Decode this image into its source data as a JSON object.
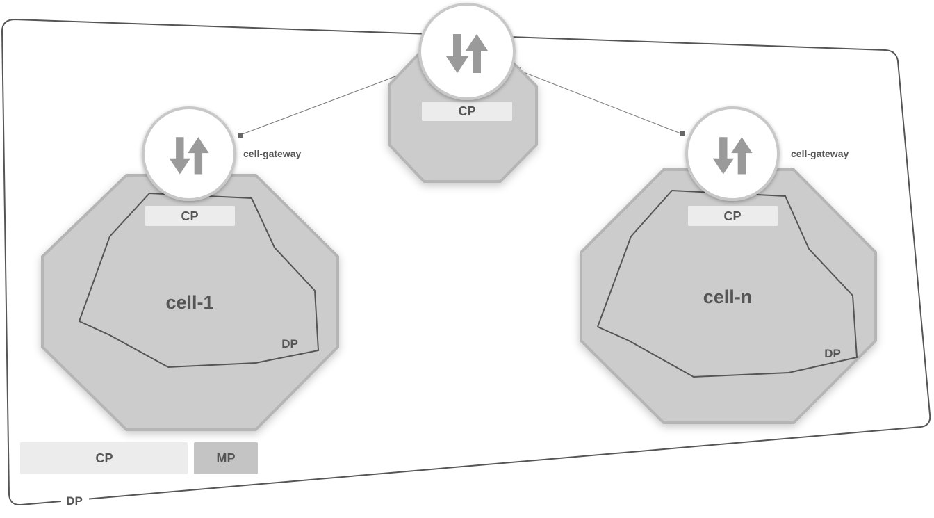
{
  "colors": {
    "octagon_fill": "#cccccc",
    "octagon_stroke": "#b5b5b5",
    "cp_bar_fill": "#ececec",
    "mp_bar_fill": "#c4c4c4",
    "gateway_circle_fill": "#ffffff",
    "gateway_circle_stroke": "#c8c8c8",
    "gateway_arrow_fill": "#9a9a9a",
    "outline_stroke": "#555555",
    "label_text": "#555555"
  },
  "outer_region": {
    "label": "DP"
  },
  "outer_bars": {
    "cp_label": "CP",
    "mp_label": "MP"
  },
  "central_gateway": {
    "icon": "up-down-arrows-icon",
    "cp_label": "CP"
  },
  "cells": [
    {
      "name": "cell-1",
      "cp_label": "CP",
      "dp_label": "DP",
      "gateway_label": "cell-gateway",
      "gateway_icon": "up-down-arrows-icon"
    },
    {
      "name": "cell-n",
      "cp_label": "CP",
      "dp_label": "DP",
      "gateway_label": "cell-gateway",
      "gateway_icon": "up-down-arrows-icon"
    }
  ]
}
